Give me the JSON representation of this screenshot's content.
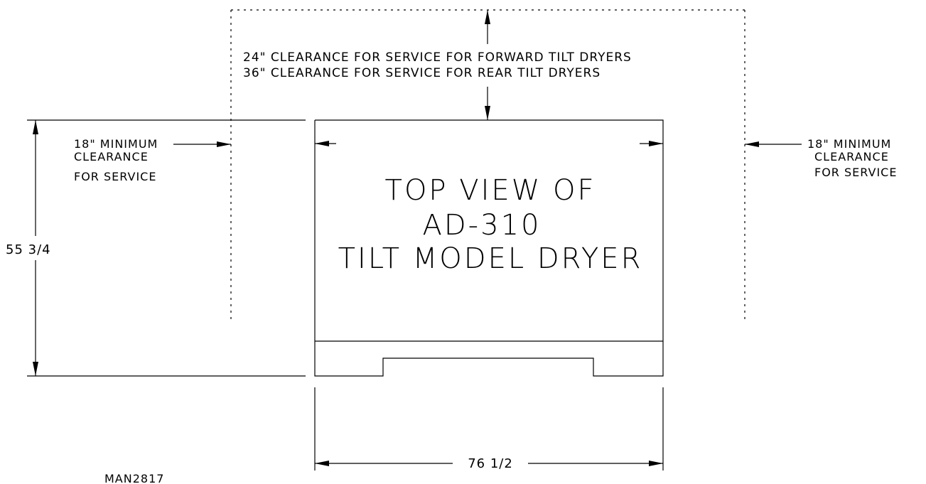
{
  "clearance_top": {
    "line1": "24\" CLEARANCE FOR SERVICE FOR FORWARD TILT DRYERS",
    "line2": "36\" CLEARANCE FOR SERVICE FOR REAR TILT DRYERS"
  },
  "clearance_left": {
    "line1": "18\" MINIMUM",
    "line2": "CLEARANCE",
    "line3": "FOR SERVICE"
  },
  "clearance_right": {
    "line1": "18\" MINIMUM",
    "line2": "CLEARANCE",
    "line3": "FOR SERVICE"
  },
  "title": {
    "line1": "TOP VIEW OF",
    "line2": "AD-310",
    "line3": "TILT MODEL DRYER"
  },
  "dimensions": {
    "depth": "55 3/4",
    "width": "76 1/2"
  },
  "drawing_number": "MAN2817"
}
